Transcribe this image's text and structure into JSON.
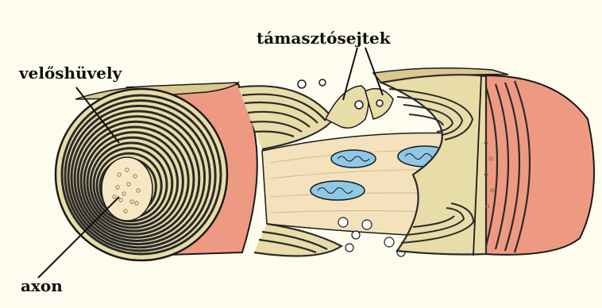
{
  "labels": {
    "myelin_sheath": "velőshüvely",
    "support_cells": "támasztósejtek",
    "axon": "axon"
  },
  "colors": {
    "background": "#fefcef",
    "myelin_band": "#e8dca8",
    "myelin_line": "#2a2a2a",
    "axoplasm": "#f3e2bc",
    "outer_membrane": "#ee9a82",
    "mitochondria": "#8ec8e6",
    "outline": "#1a1a1a"
  }
}
